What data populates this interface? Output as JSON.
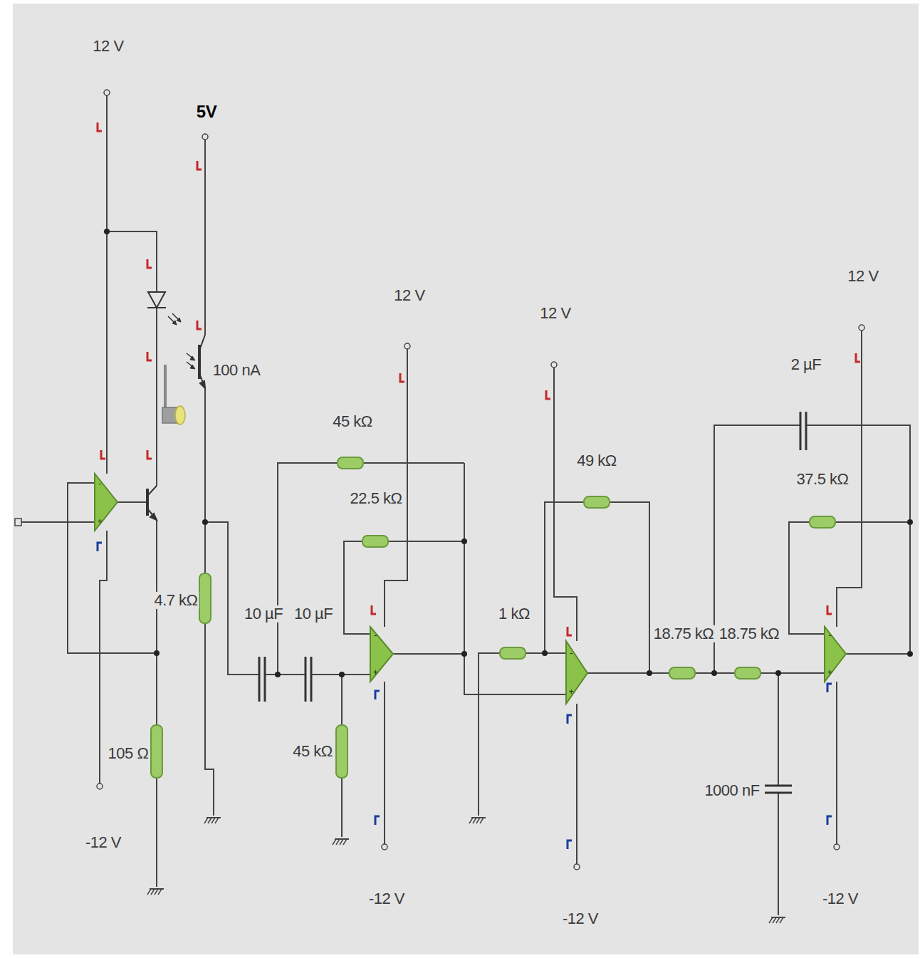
{
  "diagram": {
    "labels": [
      "12 V",
      "5V",
      "100 nA",
      "4.7 kΩ",
      "105 Ω",
      "-12 V",
      "10 µF",
      "10 µF",
      "45 kΩ",
      "22.5 kΩ",
      "12 V",
      "45 kΩ",
      "-12 V",
      "12 V",
      "49 kΩ",
      "1 kΩ",
      "-12 V",
      "18.75 kΩ",
      "18.75 kΩ",
      "2 µF",
      "37.5 kΩ",
      "12 V",
      "1000 nF",
      "-12 V",
      "-",
      "+",
      "-",
      "+",
      "-",
      "+",
      "-",
      "+"
    ]
  }
}
